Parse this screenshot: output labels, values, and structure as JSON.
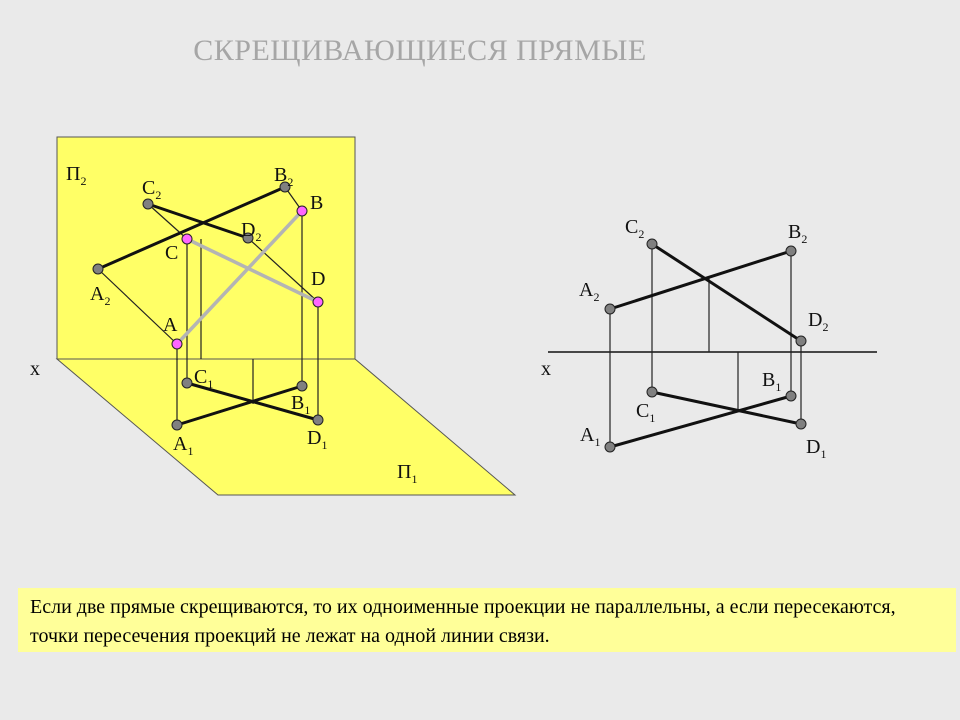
{
  "title": "СКРЕЩИВАЮЩИЕСЯ ПРЯМЫЕ",
  "colors": {
    "background": "#eaeaea",
    "plane_fill": "#ffff66",
    "plane_stroke": "#555555",
    "line_heavy": "#111111",
    "line_thin": "#222222",
    "line_space": "#b4b4b4",
    "point_fill": "#808080",
    "space_point_fill": "#ff66ff",
    "title_color": "#a6a6a6",
    "note_fill": "#ffff99"
  },
  "left_diagram": {
    "plane_labels": {
      "p2": [
        "П",
        "2"
      ],
      "p1": [
        "П",
        "1"
      ]
    },
    "axis_label": "x",
    "points": {
      "A2": [
        "A",
        "2"
      ],
      "B2": [
        "B",
        "2"
      ],
      "C2": [
        "C",
        "2"
      ],
      "D2": [
        "D",
        "2"
      ],
      "A1": [
        "A",
        "1"
      ],
      "B1": [
        "B",
        "1"
      ],
      "C1": [
        "C",
        "1"
      ],
      "D1": [
        "D",
        "1"
      ],
      "A": "A",
      "B": "B",
      "C": "C",
      "D": "D"
    }
  },
  "right_diagram": {
    "axis_label": "x",
    "points": {
      "A2": [
        "A",
        "2"
      ],
      "B2": [
        "B",
        "2"
      ],
      "C2": [
        "C",
        "2"
      ],
      "D2": [
        "D",
        "2"
      ],
      "A1": [
        "A",
        "1"
      ],
      "B1": [
        "B",
        "1"
      ],
      "C1": [
        "C",
        "1"
      ],
      "D1": [
        "D",
        "1"
      ]
    }
  },
  "note": "Если две прямые скрещиваются, то их одноименные проекции не параллельны, а если пересекаются, точки пересечения проекций не лежат на одной линии связи."
}
